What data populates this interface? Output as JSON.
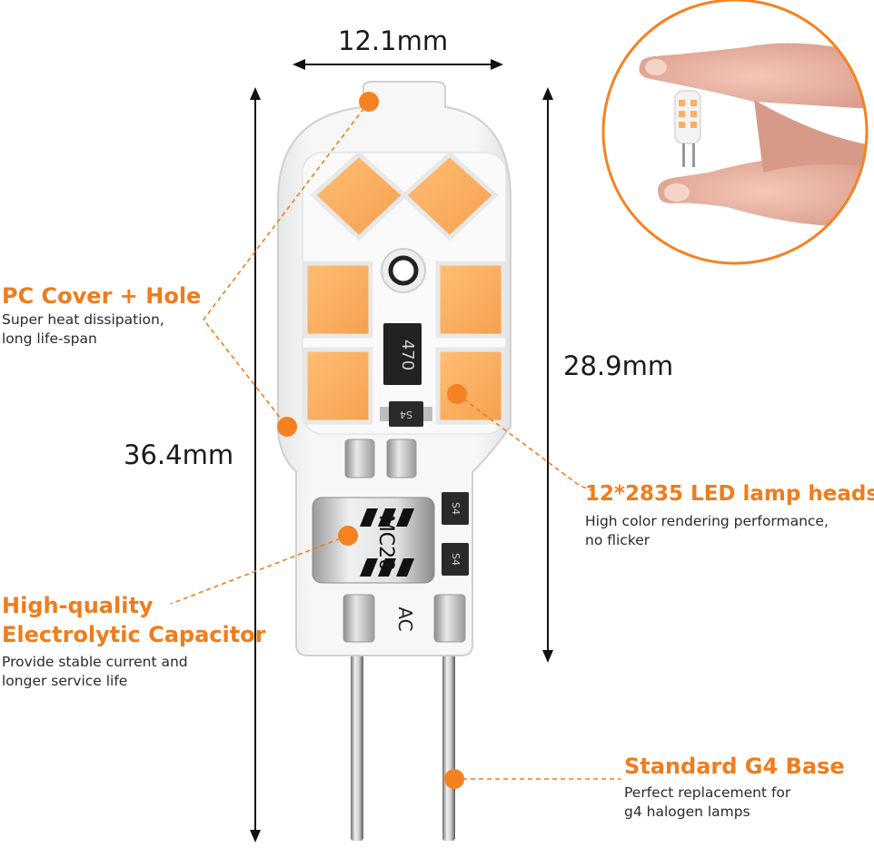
{
  "dimensions": {
    "width": "12.1mm",
    "height_total": "36.4mm",
    "height_body": "28.9mm"
  },
  "features": [
    {
      "id": "pc-cover",
      "title": "PC Cover + Hole",
      "desc": [
        "Super heat dissipation,",
        "long life-span"
      ]
    },
    {
      "id": "capacitor",
      "title": "High-quality",
      "title2": "Electrolytic Capacitor",
      "desc": [
        "Provide stable current and",
        "longer service life"
      ]
    },
    {
      "id": "led-heads",
      "title": "12*2835 LED lamp heads",
      "desc": [
        "High color rendering performance,",
        "no flicker"
      ]
    },
    {
      "id": "g4-base",
      "title": "Standard G4 Base",
      "desc": [
        "Perfect replacement for",
        "g4 halogen lamps"
      ]
    }
  ],
  "component_markings": {
    "resistor": "470",
    "diode": "S4",
    "capacitor": "MC20",
    "ac_label": "AC"
  },
  "colors": {
    "accent": "#f07c1c",
    "dot": "#f58220",
    "led": "#f9b062",
    "text": "#222222"
  }
}
